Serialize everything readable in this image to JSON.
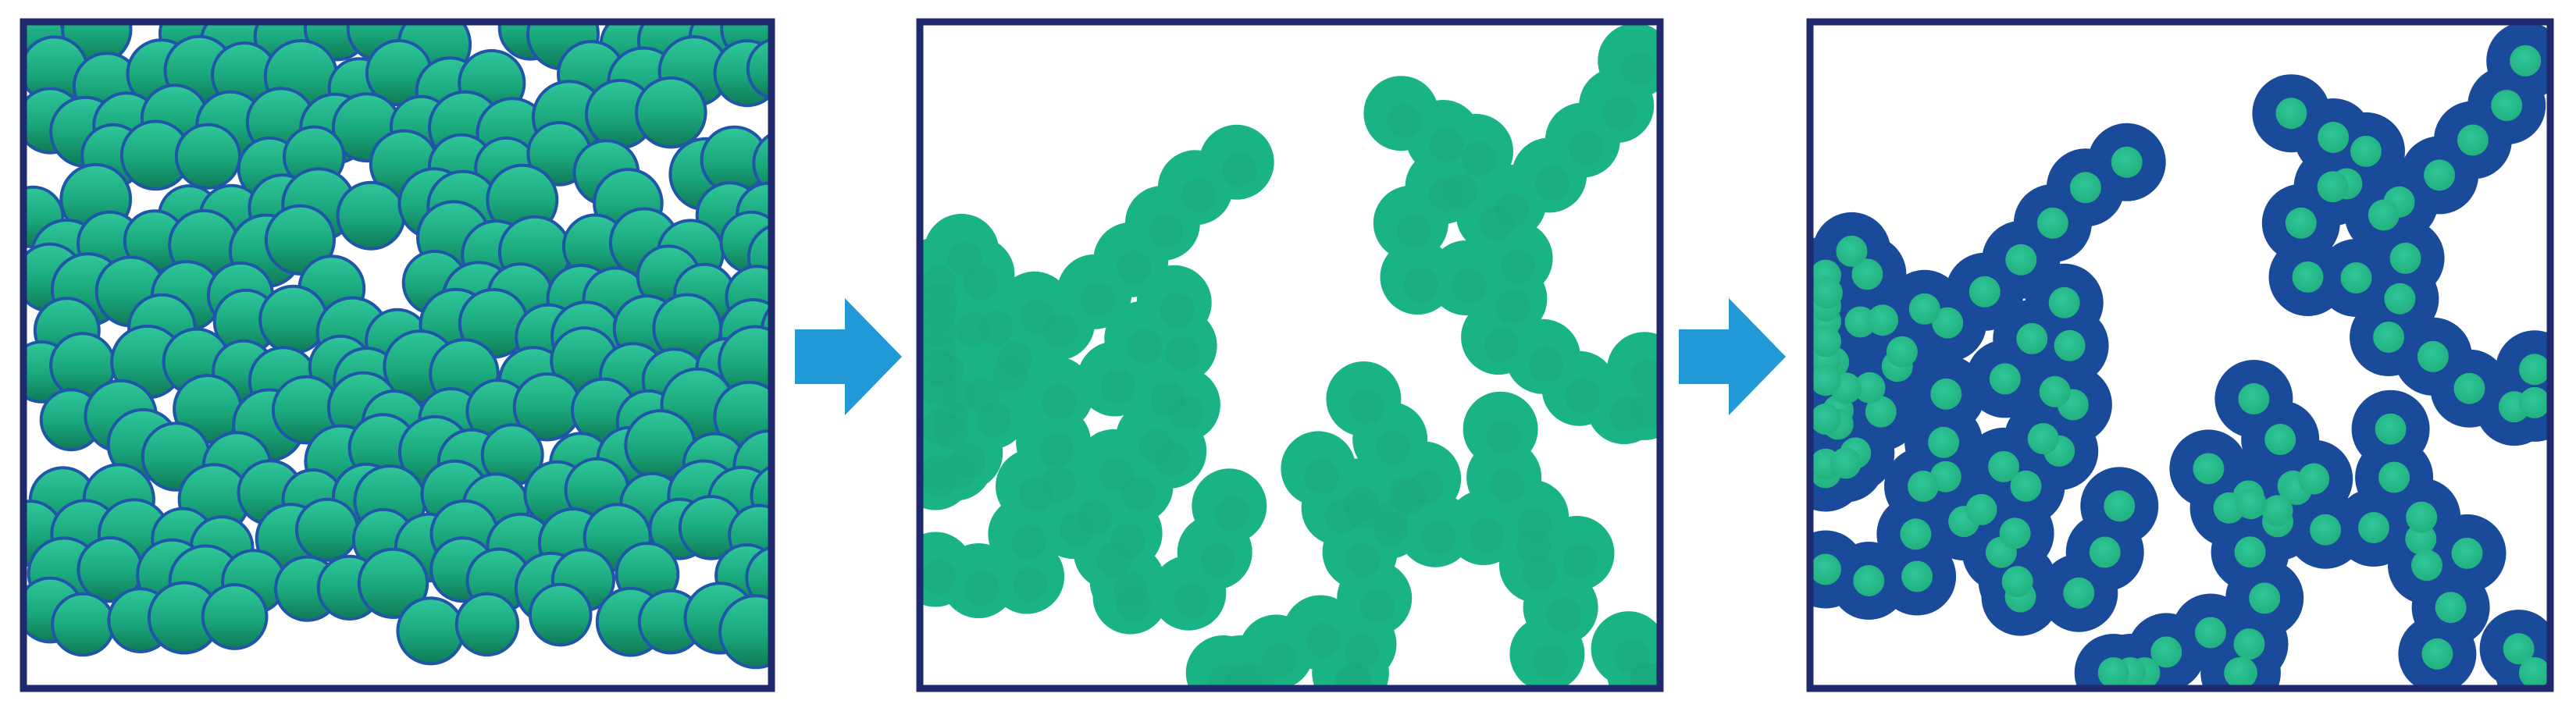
{
  "colors": {
    "frame": "#1f2a6e",
    "particle_light": "#2fc79a",
    "particle_mid": "#1aa77c",
    "particle_dark": "#0f7a56",
    "particle_edge": "#1f56a8",
    "aggregate": "#19b386",
    "coating": "#1a4a9a",
    "core": "#22b07e",
    "arrow": "#2199d6",
    "background": "#ffffff"
  },
  "panels": [
    {
      "name": "panel-packed-particles",
      "style": "packed"
    },
    {
      "name": "panel-aggregated-network",
      "style": "aggregate"
    },
    {
      "name": "panel-coated-network",
      "style": "coated"
    }
  ],
  "arrows": [
    {
      "name": "arrow-1",
      "icon": "right-arrow-icon"
    },
    {
      "name": "arrow-2",
      "icon": "right-arrow-icon"
    }
  ]
}
